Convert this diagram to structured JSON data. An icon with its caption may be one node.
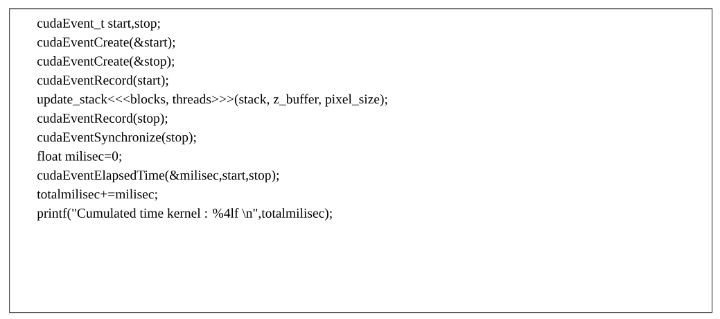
{
  "diagram": {
    "nodes": [
      {
        "text": [
          "cudaEvent_t start,stop;",
          "cudaEventCreate(&start);",
          "cudaEventCreate(&stop);",
          "cudaEventRecord(start);",
          "update_stack<<<blocks, threads>>>(stack, z_buffer, pixel_size);",
          "cudaEventRecord(stop);",
          "cudaEventSynchronize(stop);",
          "float milisec=0;",
          "cudaEventElapsedTime(&milisec,start,stop);",
          "totalmilisec+=milisec;",
          "printf(\"Cumulated time kernel : %4lf \\n\",totalmilisec);"
        ]
      }
    ]
  }
}
